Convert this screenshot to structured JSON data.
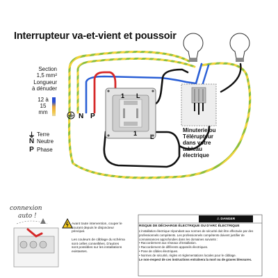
{
  "title": "Interrupteur va-et-vient et poussoir",
  "section": {
    "line1": "Section",
    "line2": "1,5 mm²"
  },
  "strip": {
    "line1": "Longueur",
    "line2": "à dénuder",
    "value_line1": "12 à 15",
    "value_line2": "mm"
  },
  "terminal_labels": {
    "neutral": "N",
    "phase": "P",
    "switch_top": "1",
    "switch_L_top": "L",
    "switch_bottom": "1",
    "switch_L_bottom": "L"
  },
  "legend": [
    {
      "symbol": "⏚",
      "label": "Terre"
    },
    {
      "symbol": "N",
      "label": "Neutre"
    },
    {
      "symbol": "P",
      "label": "Phase"
    }
  ],
  "timer": {
    "line1": "Minuterie ou",
    "line2": "Télérupteur",
    "line3": "dans votre",
    "line4": "tableau",
    "line5": "électrique"
  },
  "auto": {
    "line1": "connexion",
    "line2": "auto !"
  },
  "warning": {
    "text1": "Avant toute intervention, couper le courant depuis le disjoncteur principal.",
    "text2": "Les couleurs de câblage du schéma sont celles conseillées. D'autres sont possibles sur les installations existantes."
  },
  "danger": {
    "header": "⚠ DANGER",
    "title": "RISQUE DE DÉCHARGE ÉLECTRIQUE OU D'ARC ÉLECTRIQUE",
    "lines": [
      "L'installation électrique répondant aux normes de sécurité doit être effectuée par des",
      "professionnels compétents. Les professionnels compétents doivent justifier de",
      "connaissances approfondies dans les domaines suivants :",
      "• Raccordement aux réseaux d'installation.",
      "• Raccordement de différents appareils électriques.",
      "• Pose de câbles électriques.",
      "• Normes de sécurité, règles et réglementations locales pour le câblage.",
      "Le non-respect de ces instructions entraînera la mort ou de graves blessures."
    ]
  },
  "colors": {
    "earth": "#8bbf3f",
    "earth_stripe": "#f2d23a",
    "neutral": "#2a5fd6",
    "phase": "#d62828",
    "return": "#111111",
    "white_wire": "#dddddd"
  }
}
